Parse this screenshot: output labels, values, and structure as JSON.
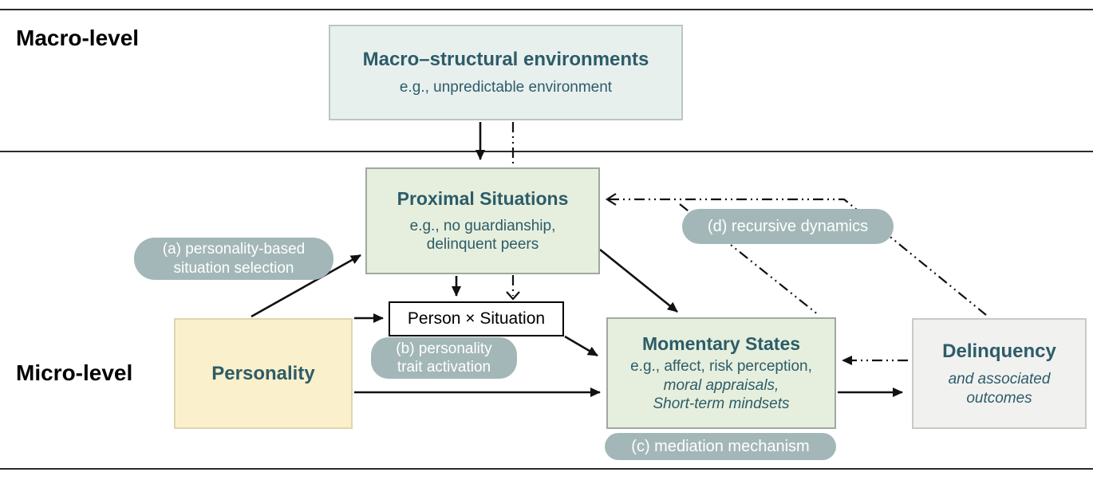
{
  "sections": {
    "macro_label": "Macro-level",
    "micro_label": "Micro-level"
  },
  "boxes": {
    "macro": {
      "title": "Macro–structural environments",
      "subtitle": "e.g., unpredictable environment"
    },
    "proximal": {
      "title": "Proximal Situations",
      "example_line1": "e.g., no guardianship,",
      "example_line2": "delinquent peers"
    },
    "person_situation": {
      "label": "Person × Situation"
    },
    "personality": {
      "title": "Personality"
    },
    "momentary": {
      "title": "Momentary States",
      "example_line1": "e.g., affect, risk perception,",
      "example_line2": "moral appraisals,",
      "example_line3": "Short-term mindsets"
    },
    "delinquency": {
      "title": "Delinquency",
      "subtitle": "and associated outcomes"
    }
  },
  "pills": {
    "a_line1": "(a) personality-based",
    "a_line2": "situation selection",
    "b_line1": "(b) personality",
    "b_line2": "trait activation",
    "c": "(c) mediation mechanism",
    "d": "(d) recursive dynamics"
  },
  "colors": {
    "teal_text": "#2d5c68",
    "macro_box_bg": "#e8f0ee",
    "green_box_bg": "#e6efde",
    "yellow_box_bg": "#faf0cb",
    "gray_box_bg": "#f1f1f0",
    "pill_bg": "#a3b7b8",
    "pill_text": "#ffffff",
    "line_color": "#111111"
  }
}
